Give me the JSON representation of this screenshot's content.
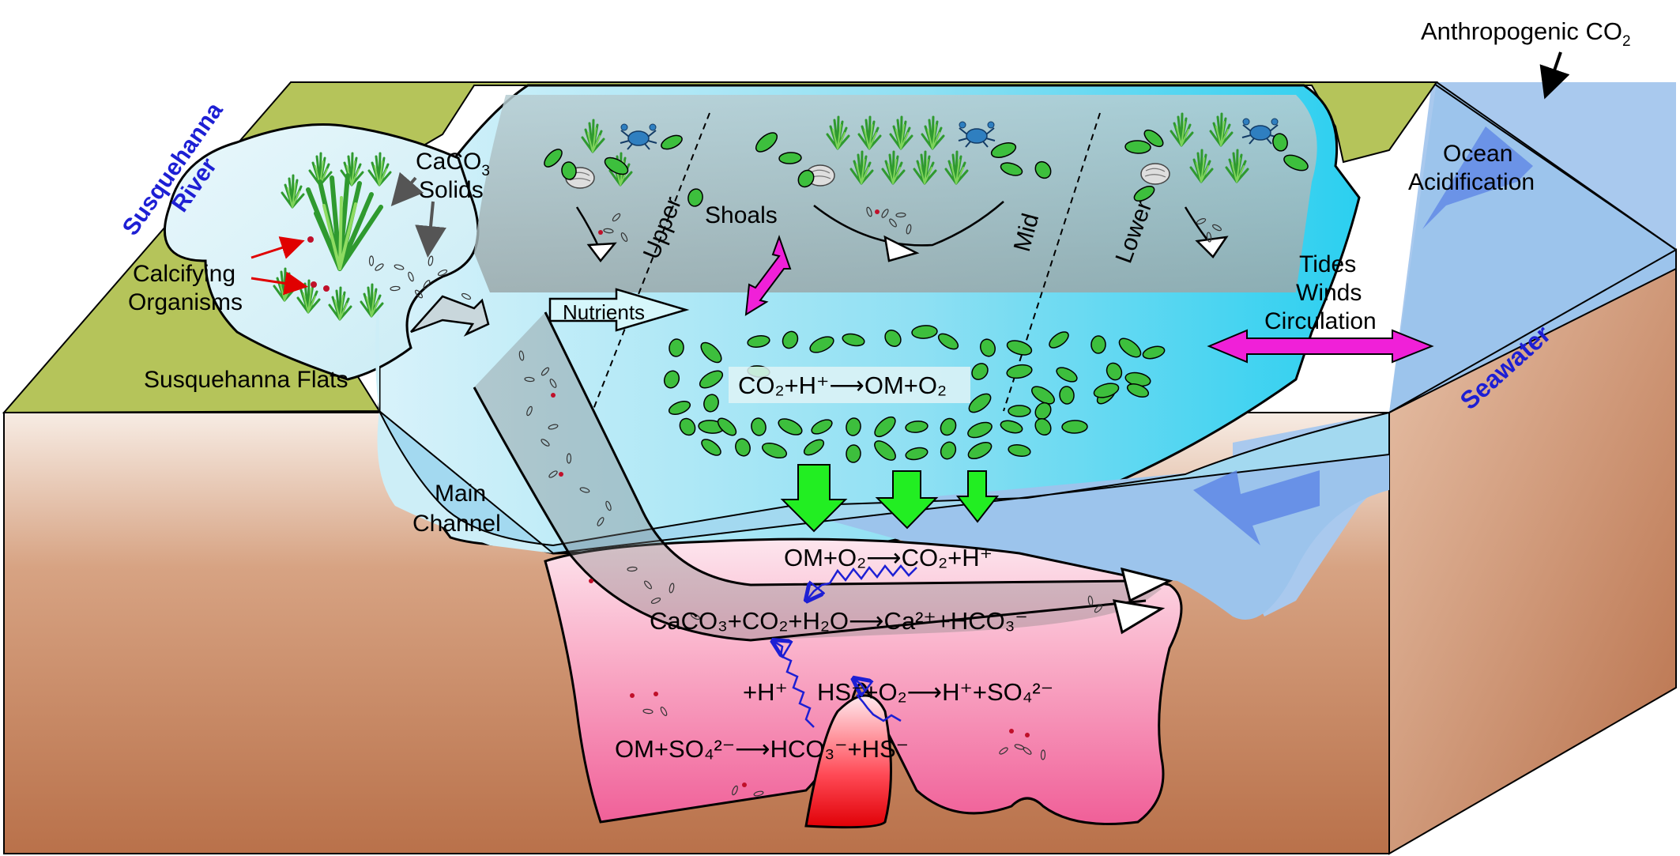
{
  "labels": {
    "anthropogenic_co2": "Anthropogenic CO",
    "anthropogenic_co2_sub": "2",
    "susquehanna_river_line1": "Susquehanna",
    "susquehanna_river_line2": "River",
    "caco3_line1": "CaCO",
    "caco3_sub": "3",
    "caco3_line2": "Solids",
    "calcifying_line1": "Calcifying",
    "calcifying_line2": "Organisms",
    "susquehanna_flats": "Susquehanna Flats",
    "upper": "Upper",
    "shoals": "Shoals",
    "mid": "Mid",
    "lower": "Lower",
    "ocean_acidification_line1": "Ocean",
    "ocean_acidification_line2": "Acidification",
    "tides": "Tides",
    "winds": "Winds",
    "circulation": "Circulation",
    "seawater": "Seawater",
    "nutrients": "Nutrients",
    "main_channel_line1": "Main",
    "main_channel_line2": "Channel"
  },
  "reactions": {
    "photosynthesis": "CO₂+H⁺⟶OM+O₂",
    "respiration": "OM+O₂⟶CO₂+H⁺",
    "carbonate_dissolution": "CaCO₃+CO₂+H₂O⟶Ca²⁺+HCO₃⁻",
    "proton": "+H⁺",
    "sulfide_oxidation": "HS⁻+O₂⟶H⁺+SO₄²⁻",
    "sulfate_reduction": "OM+SO₄²⁻⟶HCO₃⁻+HS⁻"
  },
  "colors": {
    "land_green": "#b5c45a",
    "sediment_brown": "#c07a50",
    "water_light": "#c6ecf6",
    "water_cyan": "#2fd0ee",
    "seawater_blue": "#9cc4ec",
    "pink_zone": "#f36aa0",
    "red_zone": "#e8000a",
    "phytoplankton": "#3dbf3d",
    "magenta_arrow": "#f020d8",
    "blue_label": "#1d1fd4"
  },
  "icons": [
    "seagrass-icon",
    "crab-icon",
    "oyster-icon",
    "phytoplankton-icon",
    "shell-fragment-icon"
  ]
}
